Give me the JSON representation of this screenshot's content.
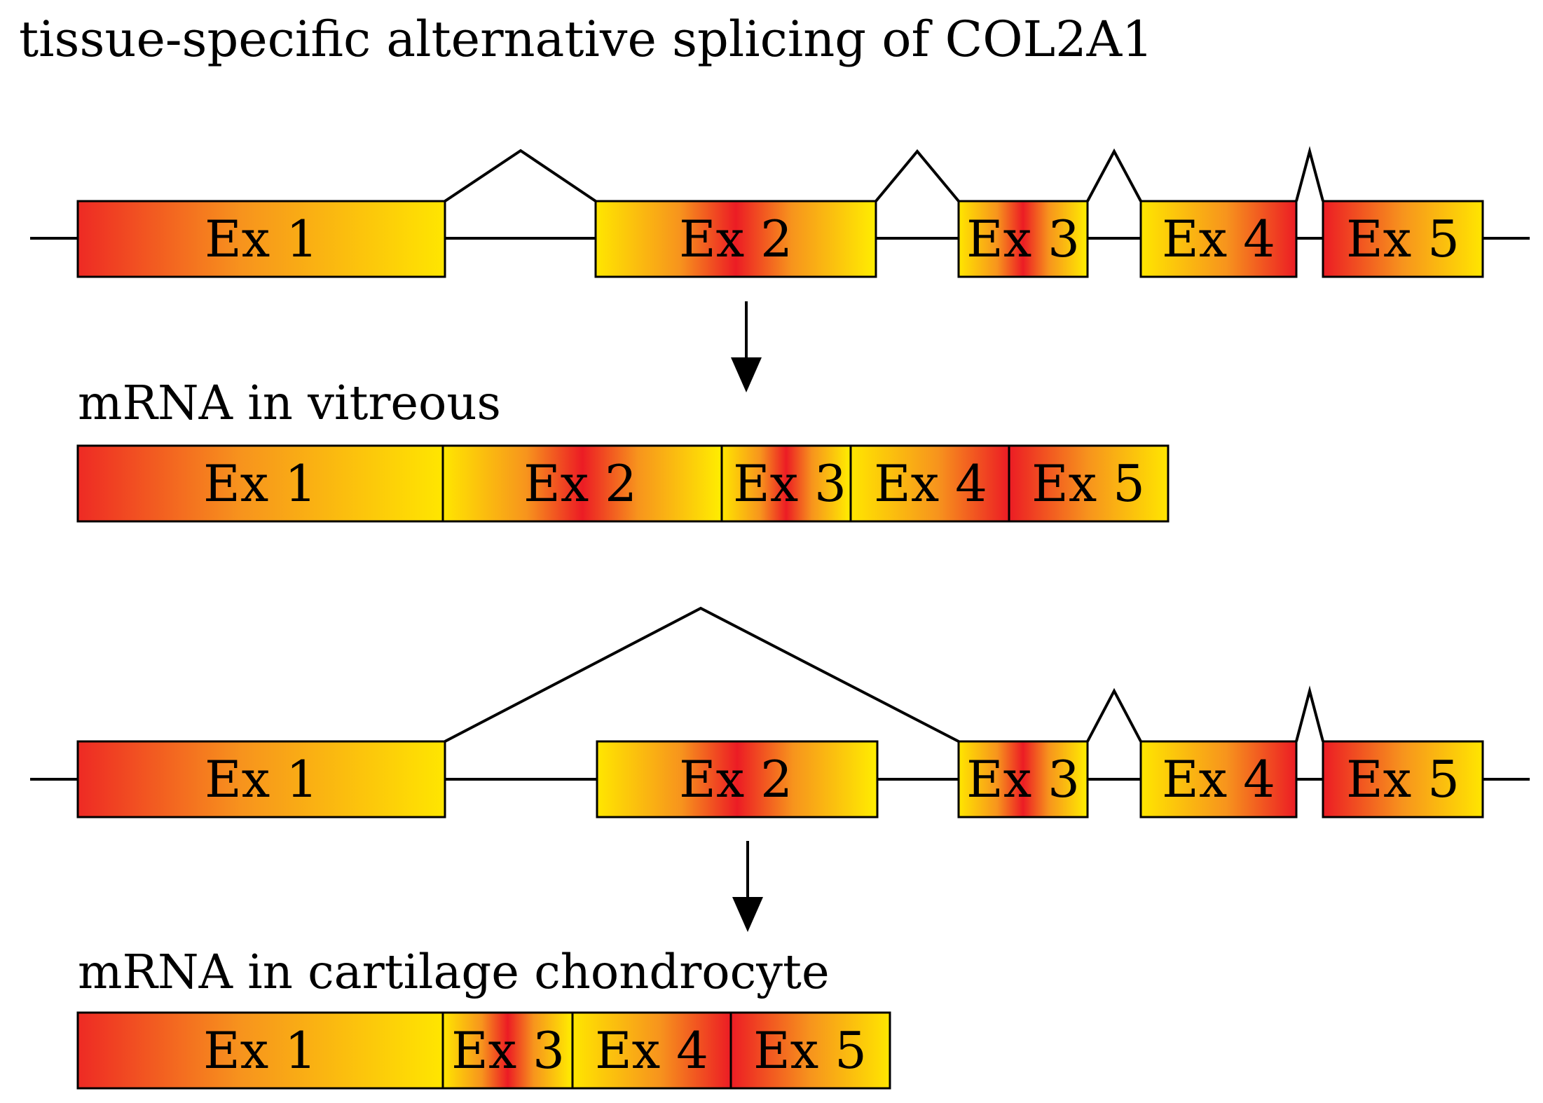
{
  "title": "tissue-specific alternative splicing of COL2A1",
  "colors": {
    "exon_red": "#e8161b",
    "exon_orange": "#f7941d",
    "exon_yellow": "#fff200",
    "line": "#000000",
    "background": "#ffffff"
  },
  "gene_top": {
    "exons": [
      "Ex 1",
      "Ex 2",
      "Ex 3",
      "Ex 4",
      "Ex 5"
    ]
  },
  "mrna_vitreous": {
    "label": "mRNA in vitreous",
    "exons": [
      "Ex 1",
      "Ex 2",
      "Ex 3",
      "Ex 4",
      "Ex 5"
    ]
  },
  "gene_bottom": {
    "exons": [
      "Ex 1",
      "Ex 2",
      "Ex 3",
      "Ex 4",
      "Ex 5"
    ]
  },
  "mrna_cartilage": {
    "label": "mRNA in cartilage chondrocyte",
    "exons": [
      "Ex 1",
      "Ex 3",
      "Ex 4",
      "Ex 5"
    ]
  }
}
